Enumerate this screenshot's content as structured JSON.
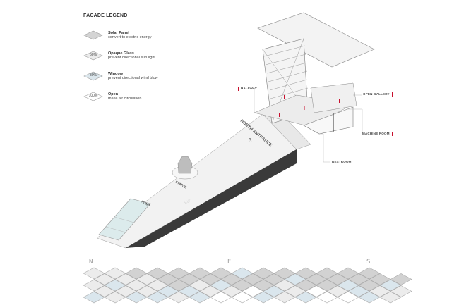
{
  "legend": {
    "title": "FACADE LEGEND",
    "items": [
      {
        "badge": "",
        "name": "Solar Panel",
        "desc": "convert to electric energy",
        "fill": "#d4d4d4"
      },
      {
        "badge": "50%",
        "name": "Opaque Glass",
        "desc": "prevent directional sun light",
        "fill": "#ececec"
      },
      {
        "badge": "80%",
        "name": "Window",
        "desc": "prevent directional wind blow",
        "fill": "#dbe6ec"
      },
      {
        "badge": "100%",
        "name": "Open",
        "desc": "make air circulation",
        "fill": "#ffffff"
      }
    ]
  },
  "callouts": {
    "hallway": "HALLWAY",
    "open_gallery": "OPEN GALLERY",
    "machine_room": "MACHINE ROOM",
    "restroom": "RESTROOM"
  },
  "ramp": {
    "north_entrance": "NORTH ENTRANCE",
    "entrance_number": "3",
    "statue": "STATUE",
    "pond": "POND",
    "slope": "1/12\""
  },
  "compass": {
    "n": "N",
    "e": "E",
    "s": "S"
  },
  "facade_pattern": [
    "ggssssswssssss",
    "gggsssssswsssss",
    "gwggsgwssgsswsw",
    "gggwwggowgogwgg",
    "wgwwgwoowgwoowg"
  ],
  "colors": {
    "accent": "#c8102e",
    "ramp_side": "#3a3a3a"
  }
}
